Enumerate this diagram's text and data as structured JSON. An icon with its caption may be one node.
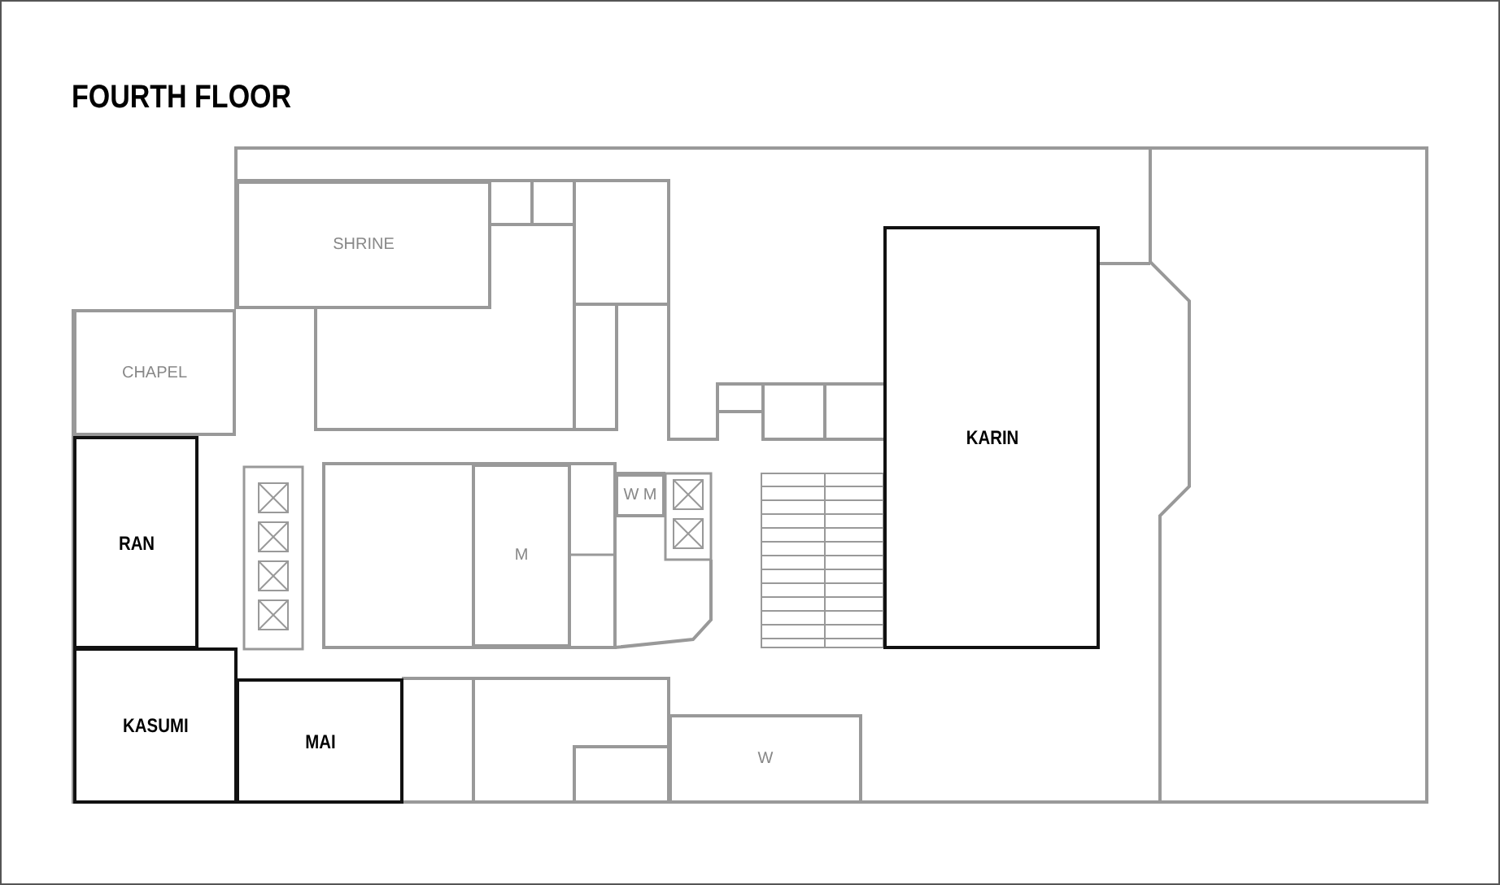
{
  "diagram": {
    "title": "FOURTH FLOOR",
    "nodes": [
      {
        "text": [
          "SHRINE"
        ]
      },
      {
        "text": [
          "CHAPEL"
        ]
      },
      {
        "text": [
          "W M"
        ]
      },
      {
        "text": [
          "M"
        ]
      },
      {
        "text": [
          "KARIN"
        ]
      },
      {
        "text": [
          "RAN"
        ]
      },
      {
        "text": [
          "KASUMI"
        ]
      },
      {
        "text": [
          "MAI"
        ]
      },
      {
        "text": [
          "W"
        ]
      }
    ]
  }
}
